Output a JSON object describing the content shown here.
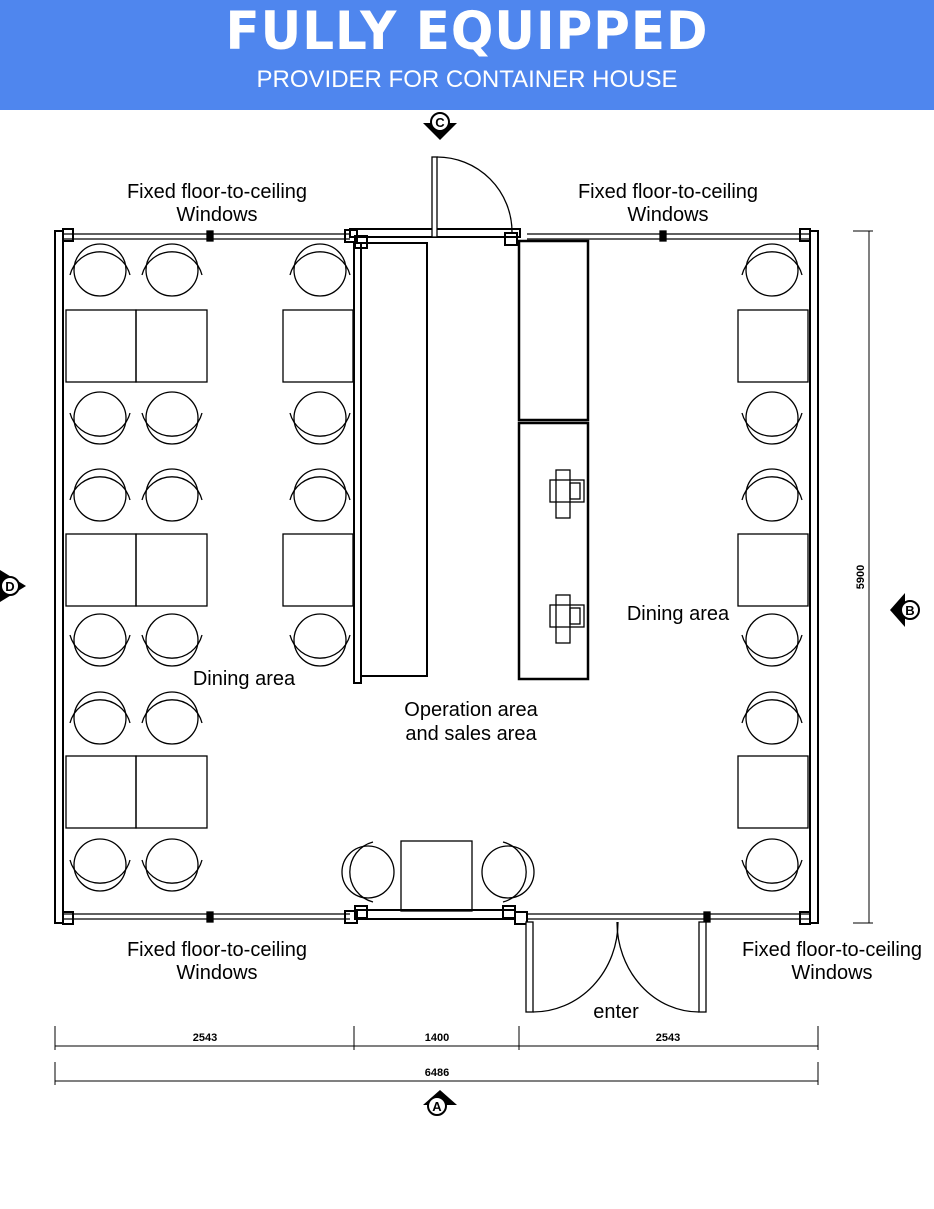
{
  "header": {
    "title": "FULLY EQUIPPED",
    "subtitle": "PROVIDER FOR CONTAINER HOUSE",
    "background_color": "#4f86ee"
  },
  "window_labels": {
    "top_left": [
      "Fixed floor-to-ceiling",
      "Windows"
    ],
    "top_right": [
      "Fixed floor-to-ceiling",
      "Windows"
    ],
    "bottom_left": [
      "Fixed floor-to-ceiling",
      "Windows"
    ],
    "bottom_right": [
      "Fixed floor-to-ceiling",
      "Windows"
    ]
  },
  "areas": {
    "dining_left": "Dining area",
    "dining_right": "Dining area",
    "operation": [
      "Operation area",
      "and sales area"
    ],
    "entrance": "enter"
  },
  "dimensions": {
    "segments": [
      "2543",
      "1400",
      "2543"
    ],
    "total": "6486",
    "height": "5900"
  },
  "section_markers": {
    "top": "C",
    "bottom": "A",
    "left": "D",
    "right": "B"
  }
}
